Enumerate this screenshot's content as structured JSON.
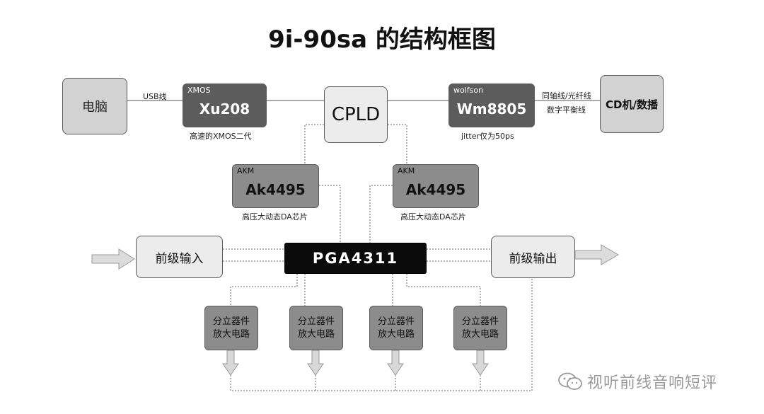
{
  "title": "9i-90sa 的结构框图",
  "pc": {
    "label": "电脑"
  },
  "usb_link": {
    "label": "USB线"
  },
  "xmos": {
    "tag": "XMOS",
    "name": "Xu208",
    "caption": "高速的XMOS二代"
  },
  "cpld": {
    "label": "CPLD"
  },
  "wolfson": {
    "tag": "wolfson",
    "name": "Wm8805",
    "caption": "jitter仅为50ps"
  },
  "cd_link": {
    "line1": "同轴线/光纤线",
    "line2": "数字平衡线"
  },
  "cd": {
    "label": "CD机/数播"
  },
  "dac_left": {
    "tag": "AKM",
    "name": "Ak4495",
    "caption": "高压大动态DA芯片"
  },
  "dac_right": {
    "tag": "AKM",
    "name": "Ak4495",
    "caption": "高压大动态DA芯片"
  },
  "pre_in": {
    "label": "前级输入"
  },
  "pga": {
    "label": "PGA4311"
  },
  "pre_out": {
    "label": "前级输出"
  },
  "amps": [
    {
      "line1": "分立器件",
      "line2": "放大电路"
    },
    {
      "line1": "分立器件",
      "line2": "放大电路"
    },
    {
      "line1": "分立器件",
      "line2": "放大电路"
    },
    {
      "line1": "分立器件",
      "line2": "放大电路"
    }
  ],
  "watermark": {
    "text": "视听前线音响短评",
    "icon": "wechat-icon"
  },
  "colors": {
    "dark_block": "#5c5c5c",
    "mid_block": "#8c8c8c",
    "light_block": "#d2d2d2",
    "pga": "#0b0b0b"
  }
}
